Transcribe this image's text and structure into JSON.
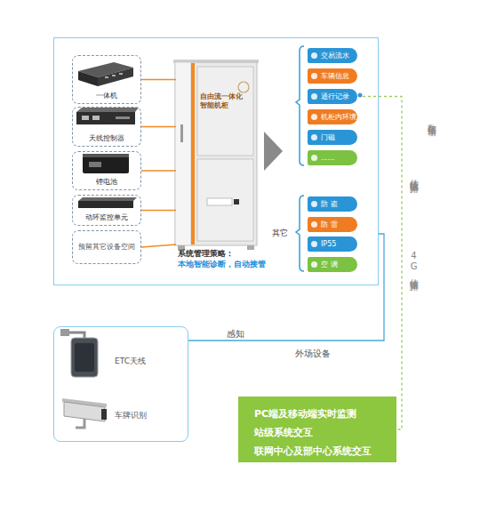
{
  "diagram": {
    "nodes": [
      {
        "text": []
      },
      {
        "text": [
          "一体机"
        ],
        "in": 0
      },
      {
        "text": [
          "天线控制器"
        ],
        "in": 0
      },
      {
        "text": [
          "锂电池"
        ],
        "in": 0
      },
      {
        "text": [
          "动环监控单元"
        ],
        "in": 0
      },
      {
        "text": [
          "预留其它设备空间"
        ],
        "in": 0
      },
      {
        "text": [
          "自由流一体化 智能机柜"
        ],
        "in": 0
      },
      {
        "text": [
          "交易流水"
        ],
        "in": 0
      },
      {
        "text": [
          "车辆信息"
        ],
        "in": 0
      },
      {
        "text": [
          "通行记录"
        ],
        "in": 0
      },
      {
        "text": [
          "机柜内环境"
        ],
        "in": 0
      },
      {
        "text": [
          "门磁"
        ],
        "in": 0
      },
      {
        "text": [
          "......"
        ],
        "in": 0
      },
      {
        "text": [
          "防 盗"
        ],
        "in": 0
      },
      {
        "text": [
          "防 雷"
        ],
        "in": 0
      },
      {
        "text": [
          "IP55"
        ],
        "in": 0
      },
      {
        "text": [
          "空 调"
        ],
        "in": 0
      },
      {
        "text": []
      },
      {
        "text": [
          "ETC天线"
        ],
        "in": 17
      },
      {
        "text": [
          "车牌识别"
        ],
        "in": 17
      },
      {
        "text": [
          "PC端及移动端实时监测",
          "站级系统交互",
          "联网中心及部中心系统交互"
        ]
      }
    ],
    "edges": [
      {
        "from": 1,
        "to": 6,
        "arrow": "none"
      },
      {
        "from": 2,
        "to": 6,
        "arrow": "none"
      },
      {
        "from": 3,
        "to": 6,
        "arrow": "none"
      },
      {
        "from": 4,
        "to": 6,
        "arrow": "none"
      },
      {
        "from": 5,
        "to": 6,
        "arrow": "none"
      },
      {
        "from": 17,
        "to": 0,
        "label": "感知",
        "arrow": "none"
      },
      {
        "from": 9,
        "to": 20,
        "arrow": "none"
      }
    ],
    "labels": [
      "系统管理策略：",
      "本地智能诊断，自动接管",
      "其它",
      "外场设备",
      "数据传输",
      "传统传输链路",
      "4G传输链路"
    ]
  }
}
